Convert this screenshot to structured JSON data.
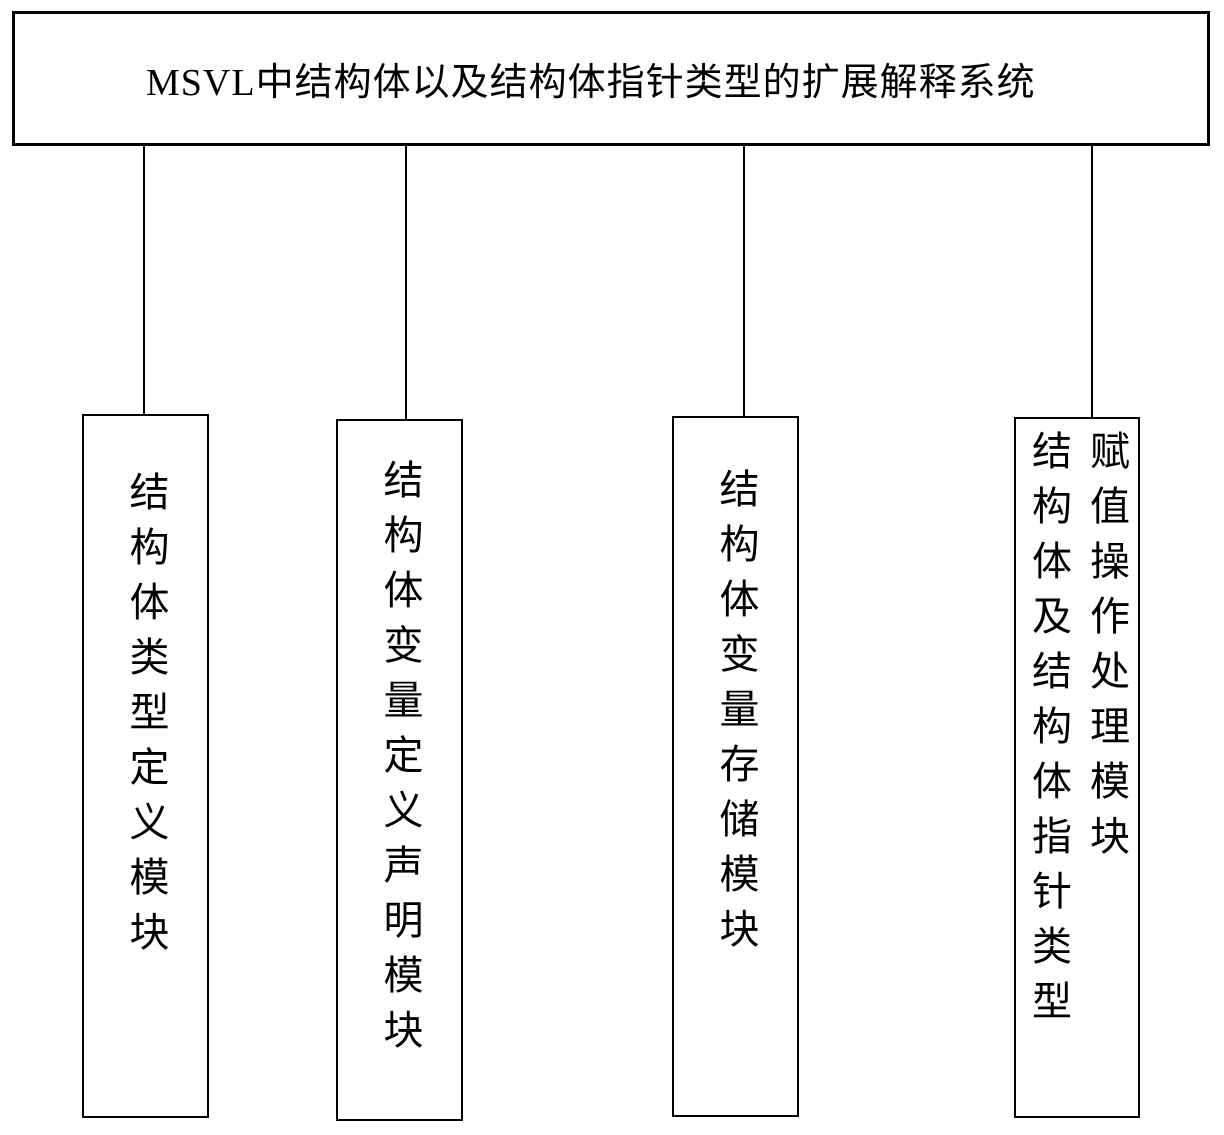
{
  "title": "MSVL中结构体以及结构体指针类型的扩展解释系统",
  "modules": [
    {
      "id": "struct-type-definition",
      "columns": [
        "结构体类型定义模块"
      ]
    },
    {
      "id": "struct-variable-definition-declaration",
      "columns": [
        "结构体变量定义声明模块"
      ]
    },
    {
      "id": "struct-variable-storage",
      "columns": [
        "结构体变量存储模块"
      ]
    },
    {
      "id": "assignment-operation-processing",
      "columns": [
        "结构体及结构体指针类型",
        "赋值操作处理模块"
      ]
    }
  ],
  "colors": {
    "ink": "#000000",
    "background": "#ffffff"
  }
}
